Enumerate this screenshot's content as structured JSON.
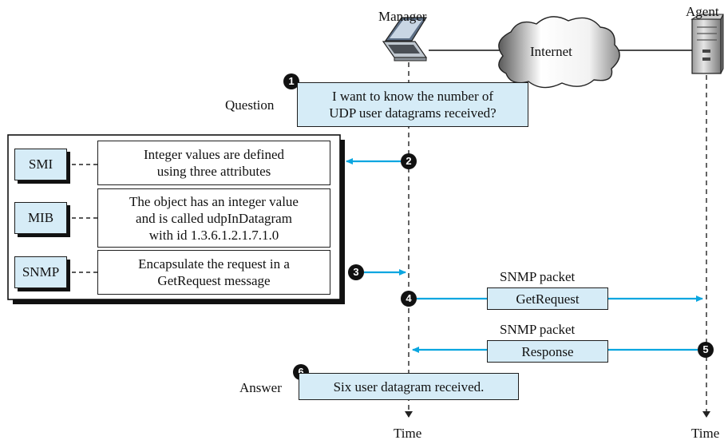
{
  "actors": {
    "manager": "Manager",
    "agent": "Agent",
    "internet": "Internet"
  },
  "timelines": {
    "manager_time": "Time",
    "agent_time": "Time"
  },
  "question": {
    "label": "Question",
    "line1": "I want to know the number of",
    "line2": "UDP user datagrams received?",
    "step": "1"
  },
  "layers": [
    {
      "name": "SMI",
      "lines": [
        "Integer values are defined",
        "using three attributes"
      ],
      "step": "2"
    },
    {
      "name": "MIB",
      "lines": [
        "The object has an integer value",
        "and is called udpInDatagram",
        "with id 1.3.6.1.2.1.7.1.0"
      ]
    },
    {
      "name": "SNMP",
      "lines": [
        "Encapsulate the request in a",
        "GetRequest message"
      ],
      "step": "3"
    }
  ],
  "request": {
    "caption": "SNMP packet",
    "message": "GetRequest",
    "step": "4"
  },
  "response": {
    "caption": "SNMP packet",
    "message": "Response",
    "step": "5"
  },
  "answer": {
    "label": "Answer",
    "text": "Six user datagram received.",
    "step": "6"
  },
  "colors": {
    "arrow": "#0aa6e0",
    "box_fill": "#d6ecf7",
    "outline": "#1e1e1e"
  }
}
